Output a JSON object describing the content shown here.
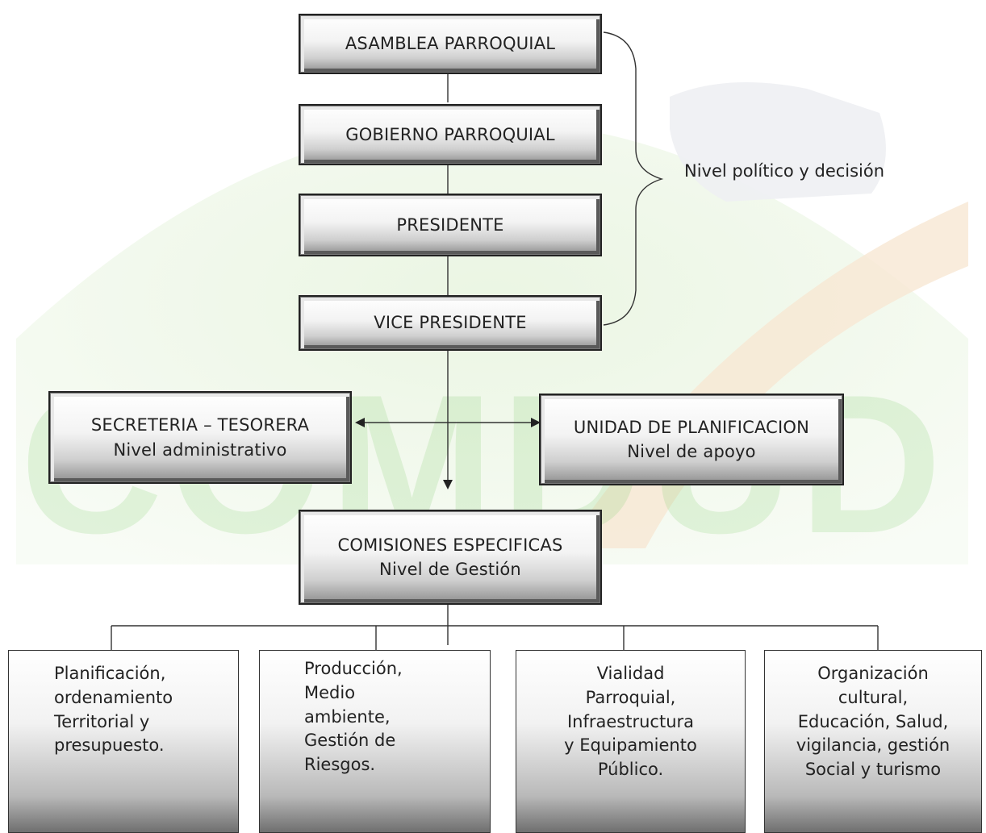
{
  "levels": {
    "asamblea": "ASAMBLEA PARROQUIAL",
    "gobierno": "GOBIERNO PARROQUIAL",
    "presidente": "PRESIDENTE",
    "vicepresidente": "VICE PRESIDENTE"
  },
  "brace_label": "Nivel político y decisión",
  "secretaria": {
    "title": "SECRETERIA – TESORERA",
    "subtitle": "Nivel administrativo"
  },
  "planificacion": {
    "title": "UNIDAD DE PLANIFICACION",
    "subtitle": "Nivel de apoyo"
  },
  "comisiones": {
    "title": "COMISIONES ESPECIFICAS",
    "subtitle": "Nivel de Gestión"
  },
  "commissions": [
    {
      "lines": [
        "Planificación,",
        "ordenamiento",
        "Territorial y",
        "presupuesto."
      ]
    },
    {
      "lines": [
        "Producción,",
        "Medio",
        "ambiente,",
        "Gestión de",
        "Riesgos."
      ]
    },
    {
      "lines": [
        "Vialidad",
        "Parroquial,",
        "Infraestructura",
        "y Equipamiento",
        "Público."
      ]
    },
    {
      "lines": [
        "Organización",
        "cultural,",
        "Educación, Salud,",
        "vigilancia, gestión",
        "Social y turismo"
      ]
    }
  ],
  "watermark": {
    "text": "COMDUD",
    "color": "#8fd07a"
  }
}
